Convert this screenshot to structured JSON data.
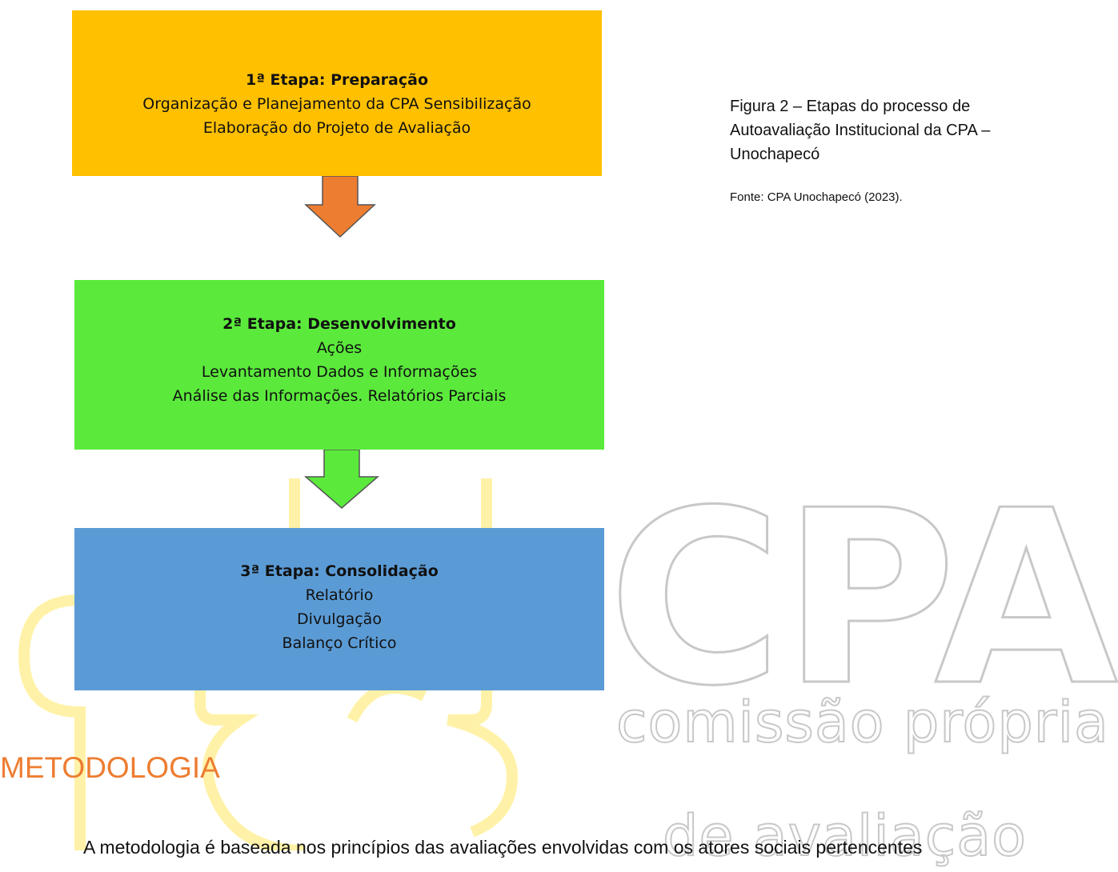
{
  "stages": [
    {
      "title": "1ª Etapa: Preparação",
      "lines": [
        "Organização e Planejamento da CPA Sensibilização",
        "Elaboração do Projeto de Avaliação"
      ]
    },
    {
      "title": "2ª Etapa: Desenvolvimento",
      "lines": [
        "Ações",
        "Levantamento Dados e Informações",
        "Análise das Informações. Relatórios Parciais"
      ]
    },
    {
      "title": "3ª Etapa: Consolidação",
      "lines": [
        "Relatório",
        "Divulgação",
        "Balanço Crítico"
      ]
    }
  ],
  "figure": {
    "caption": "Figura 2 – Etapas do processo de Autoavaliação Institucional da CPA – Unochapecó",
    "source": "Fonte: CPA Unochapecó (2023)."
  },
  "watermark": {
    "logo_text": "CPA",
    "line1": "comissão própria",
    "line2": "de avaliação"
  },
  "section": {
    "heading": "METODOLOGIA",
    "body_start": "A metodologia é baseada nos princípios das avaliações envolvidas com os atores sociais pertencentes"
  },
  "colors": {
    "stage1": "#ffc000",
    "stage2": "#5bea3c",
    "stage3": "#5b9bd5",
    "arrow1": "#ed7d31",
    "arrow2": "#5bea3c",
    "heading": "#ed7d31",
    "watermark_gray": "#c8c8c8",
    "watermark_yellow": "#fff2a8"
  }
}
